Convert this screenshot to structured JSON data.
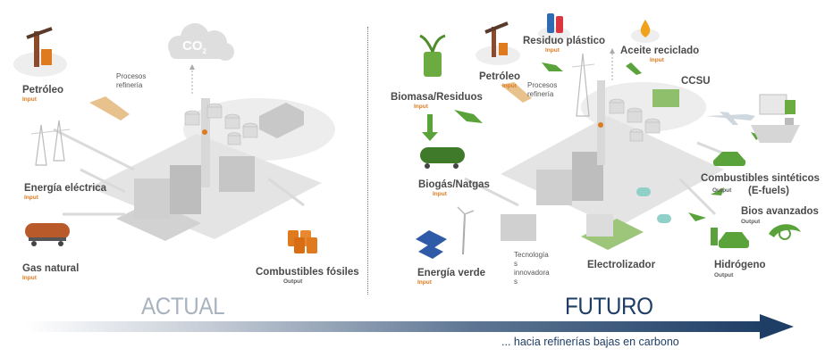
{
  "left": {
    "inputs": [
      {
        "name": "Petróleo",
        "tag": "Input"
      },
      {
        "name": "Energía eléctrica",
        "tag": "Input"
      },
      {
        "name": "Gas natural",
        "tag": "Input"
      }
    ],
    "process": "Procesos refinería",
    "co2": "CO",
    "co2_sub": "2",
    "output": {
      "name": "Combustibles fósiles",
      "tag": "Output"
    },
    "era": "ACTUAL"
  },
  "right": {
    "inputs": [
      {
        "name": "Petróleo",
        "tag": "Input"
      },
      {
        "name": "Residuo plástico",
        "tag": "Input"
      },
      {
        "name": "Aceite reciclado",
        "tag": "Input"
      },
      {
        "name": "Biomasa/Residuos",
        "tag": "Input"
      },
      {
        "name": "Biogás/Natgas",
        "tag": "Input"
      },
      {
        "name": "Energía verde",
        "tag": "Input"
      }
    ],
    "process": "Procesos refinería",
    "ccsu": "CCSU",
    "tech": [
      "Tecnología",
      "s",
      "innovadora",
      "s"
    ],
    "electrolyzer": "Electrolizador",
    "outputs": [
      {
        "name": "Combustibles sintéticos",
        "name2": "(E-fuels)",
        "tag": "Output"
      },
      {
        "name": "Bios avanzados",
        "tag": "Output"
      },
      {
        "name": "Hidrógeno",
        "tag": "Output"
      }
    ],
    "era": "FUTURO"
  },
  "caption": "... hacia refinerías bajas en carbono",
  "colors": {
    "accent_orange": "#e07a1f",
    "actual_gray": "#a9b3bf",
    "futuro_blue": "#1f3e66",
    "arrow_dark": "#1f3e66"
  }
}
